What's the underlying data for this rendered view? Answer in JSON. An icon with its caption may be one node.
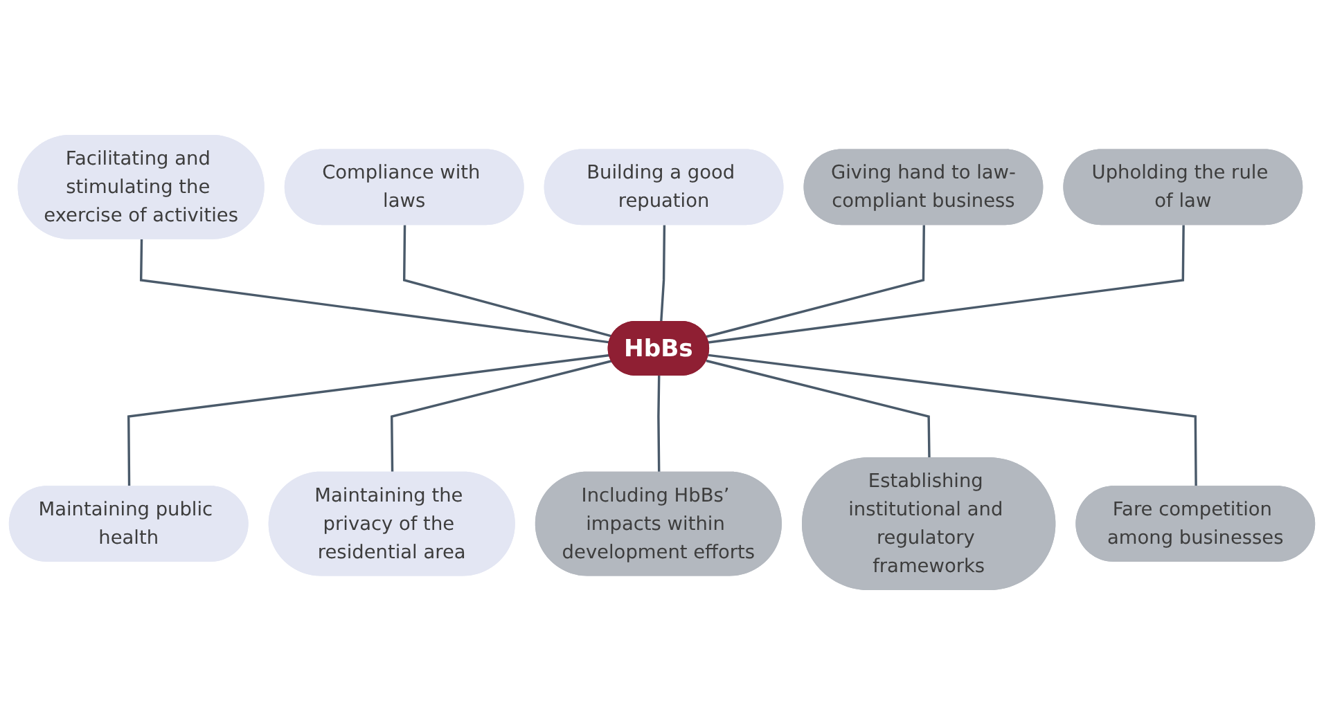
{
  "diagram": {
    "nodes": [
      {
        "text": [
          "HbBs"
        ]
      },
      {
        "text": [
          "Facilitating and stimulating the exercise of activities"
        ]
      },
      {
        "text": [
          "Compliance with laws"
        ]
      },
      {
        "text": [
          "Building a good repuation"
        ]
      },
      {
        "text": [
          "Maintaining public health"
        ]
      },
      {
        "text": [
          "Maintaining the privacy of the residential area"
        ]
      },
      {
        "text": [
          "Including HbBs’ impacts within development efforts"
        ]
      },
      {
        "text": [
          "Establishing institutional and regulatory frameworks"
        ]
      },
      {
        "text": [
          "Fare competition among businesses"
        ]
      },
      {
        "text": [
          "Giving hand to law-compliant business"
        ]
      },
      {
        "text": [
          "Upholding the rule of law"
        ]
      }
    ],
    "edges": [
      {
        "from": 0,
        "to": 1,
        "arrow": "none"
      },
      {
        "from": 0,
        "to": 2,
        "arrow": "none"
      },
      {
        "from": 0,
        "to": 3,
        "arrow": "none"
      },
      {
        "from": 0,
        "to": 4,
        "arrow": "none"
      },
      {
        "from": 0,
        "to": 5,
        "arrow": "none"
      },
      {
        "from": 0,
        "to": 6,
        "arrow": "none"
      },
      {
        "from": 0,
        "to": 7,
        "arrow": "none"
      },
      {
        "from": 0,
        "to": 8,
        "arrow": "none"
      },
      {
        "from": 0,
        "to": 9,
        "arrow": "none"
      },
      {
        "from": 0,
        "to": 10,
        "arrow": "none"
      }
    ]
  }
}
